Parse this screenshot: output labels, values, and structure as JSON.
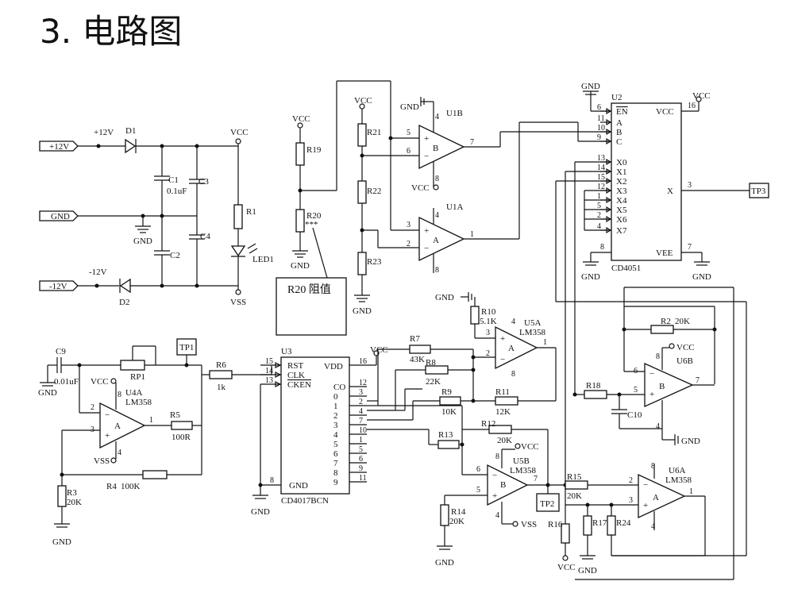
{
  "title": "3. 电路图",
  "note_box": "R20 阻值",
  "u2": {
    "name": "U2",
    "part": "CD4051",
    "pins_left": [
      "EN",
      "A",
      "B",
      "C",
      "X0",
      "X1",
      "X2",
      "X3",
      "X4",
      "X5",
      "X6",
      "X7"
    ],
    "pin_nums_left": [
      "6",
      "11",
      "10",
      "9",
      "13",
      "14",
      "15",
      "12",
      "1",
      "5",
      "2",
      "4"
    ],
    "vcc": "VCC",
    "x": "X",
    "vee": "VEE",
    "vcc_num": "16",
    "x_num": "3",
    "vee_num": "7",
    "gnd_num": "8"
  },
  "u3": {
    "name": "U3",
    "part": "CD4017BCN",
    "pins_left": [
      "RST",
      "CLK",
      "CKEN"
    ],
    "pin_nums_left": [
      "15",
      "14",
      "13"
    ],
    "vdd": "VDD",
    "vdd_num": "16",
    "gnd": "GND",
    "gnd_num": "8",
    "outs": [
      "CO",
      "0",
      "1",
      "2",
      "3",
      "4",
      "5",
      "6",
      "7",
      "8",
      "9"
    ],
    "out_nums": [
      "12",
      "3",
      "2",
      "4",
      "7",
      "10",
      "1",
      "5",
      "6",
      "9",
      "11"
    ]
  },
  "labels": {
    "vcc": "VCC",
    "vss": "VSS",
    "gnd": "GND",
    "p12": "+12V",
    "m12": "-12V",
    "p12n": "+12V",
    "m12n": "-12V",
    "d1": "D1",
    "d2": "D2",
    "c1": "C1",
    "c1v": "0.1uF",
    "c2": "C2",
    "c3": "C3",
    "c4": "C4",
    "r1": "R1",
    "led1": "LED1",
    "r19": "R19",
    "r20": "R20",
    "r21": "R21",
    "r22": "R22",
    "r23": "R23",
    "u1b": "U1B",
    "u1a": "U1A",
    "opb": "B",
    "opa": "A",
    "c9": "C9",
    "c9v": "0.01uF",
    "rp1": "RP1",
    "tp1": "TP1",
    "tp2": "TP2",
    "tp3": "TP3",
    "u4a": "U4A",
    "lm358": "LM358",
    "r3": "R3",
    "r3v": "20K",
    "r4": "R4",
    "r4v": "100K",
    "r5": "R5",
    "r5v": "100R",
    "r6": "R6",
    "r6v": "1k",
    "r7": "R7",
    "r7v": "43K",
    "r8": "R8",
    "r8v": "22K",
    "r9": "R9",
    "r9v": "10K",
    "r10": "R10",
    "r10v": "5.1K",
    "r11": "R11",
    "r11v": "12K",
    "r12": "R12",
    "r12v": "20K",
    "r13": "R13",
    "r14": "R14",
    "r14v": "20K",
    "r15": "R15",
    "r15v": "20K",
    "r16": "R16",
    "r17": "R17",
    "r18": "R18",
    "r2": "R2",
    "r2v": "20K",
    "r24": "R24",
    "c10": "C10",
    "u5a": "U5A",
    "u5b": "U5B",
    "u6a": "U6A",
    "u6b": "U6B"
  }
}
